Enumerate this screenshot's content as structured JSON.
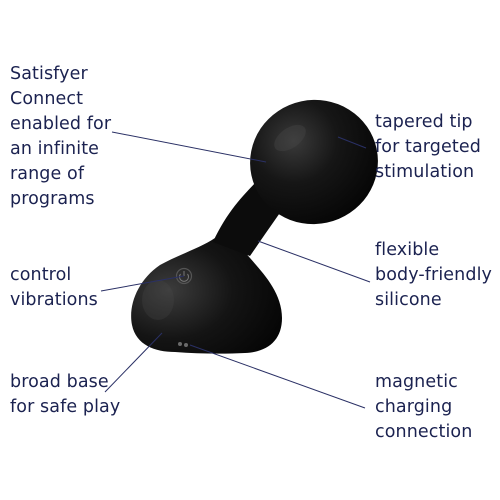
{
  "colors": {
    "text": "#1b2250",
    "leader_line": "#2a3065",
    "product_body": "#1a1a1a",
    "background": "#ffffff"
  },
  "product": {
    "name": "prostate-vibrator",
    "button_icon": "power-icon"
  },
  "callouts": {
    "connect": {
      "lines": [
        "Satisfyer",
        "Connect",
        "enabled for",
        "an infinite",
        "range of",
        "programs"
      ]
    },
    "tip": {
      "lines": [
        "tapered tip",
        "for targeted",
        "stimulation"
      ]
    },
    "control": {
      "lines": [
        "control",
        "vibrations"
      ]
    },
    "silicone": {
      "lines": [
        "flexible",
        "body-friendly",
        "silicone"
      ]
    },
    "base": {
      "lines": [
        "broad base",
        "for safe play"
      ]
    },
    "charging": {
      "lines": [
        "magnetic",
        "charging",
        "connection"
      ]
    }
  }
}
